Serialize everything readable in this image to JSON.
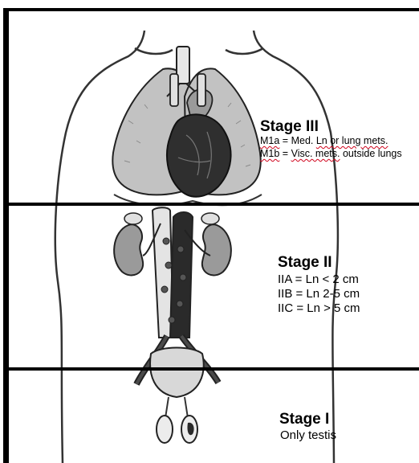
{
  "stage3": {
    "title": "Stage III",
    "m1a_code": "M1a",
    "m1a_text": " = Med. ",
    "m1a_underlined": "Ln or lung mets.",
    "m1b_code": "M1b",
    "m1b_text": " = ",
    "m1b_underlined": "Visc. mets.",
    "m1b_tail": " outside lungs"
  },
  "stage2": {
    "title": "Stage II",
    "lines": [
      "IIA = Ln < 2 cm",
      "IIB = Ln 2-5 cm",
      "IIC = Ln > 5 cm"
    ]
  },
  "stage1": {
    "title": "Stage I",
    "line": "Only testis"
  },
  "colors": {
    "lines": "#000000",
    "lung": "#bdbdbd",
    "heart": "#2e2e2e",
    "kidney": "#8c8c8c",
    "bladder": "#d6d6d6",
    "spellcheck": "#d0021b"
  }
}
